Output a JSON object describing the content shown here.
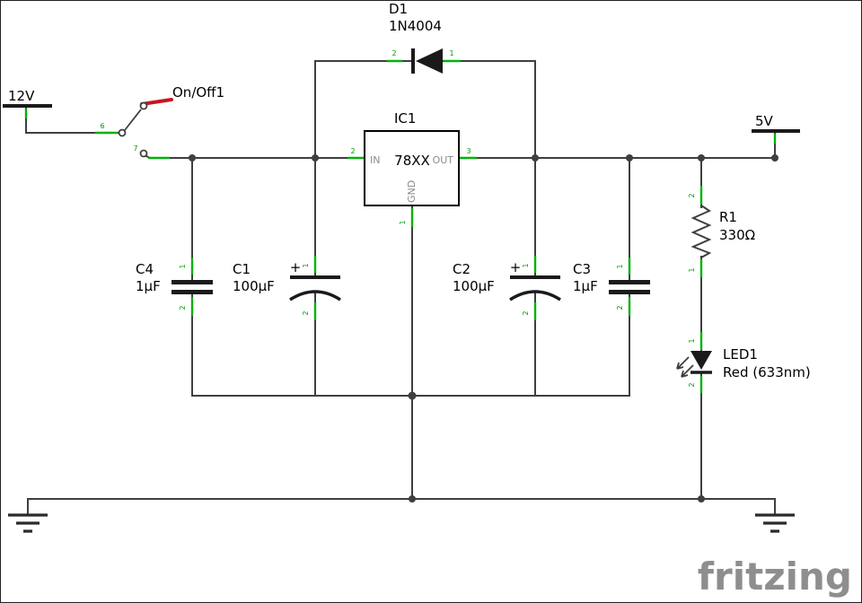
{
  "canvas": {
    "watermark": "fritzing"
  },
  "colors": {
    "wire": "#3f3f3f",
    "pin_green": "#00b20a",
    "lever_red": "#c8171e",
    "ic_text_gray": "#8c8c8c",
    "watermark_gray": "#8e8e8e",
    "background": "#ffffff"
  },
  "components": {
    "supply12": {
      "label": "12V"
    },
    "supply5": {
      "label": "5V"
    },
    "switch": {
      "label": "On/Off1",
      "pin_in": "6",
      "pin_out": "7"
    },
    "diode": {
      "ref": "D1",
      "value": "1N4004",
      "pin_cathode": "2",
      "pin_anode": "1"
    },
    "regulator": {
      "ref": "IC1",
      "value": "78XX",
      "in": "IN",
      "out": "OUT",
      "gnd": "GND",
      "pin_in": "2",
      "pin_out": "3",
      "pin_gnd": "1"
    },
    "c4": {
      "ref": "C4",
      "value": "1µF",
      "pin_top": "1",
      "pin_bottom": "2"
    },
    "c1": {
      "ref": "C1",
      "value": "100µF",
      "polarity": "+",
      "pin_top": "1",
      "pin_bottom": "2"
    },
    "c2": {
      "ref": "C2",
      "value": "100µF",
      "polarity": "+",
      "pin_top": "1",
      "pin_bottom": "2"
    },
    "c3": {
      "ref": "C3",
      "value": "1µF",
      "pin_top": "1",
      "pin_bottom": "2"
    },
    "r1": {
      "ref": "R1",
      "value": "330Ω",
      "pin_top": "2",
      "pin_bottom": "1"
    },
    "led1": {
      "ref": "LED1",
      "value": "Red (633nm)",
      "pin_top": "1",
      "pin_bottom": "2"
    }
  }
}
